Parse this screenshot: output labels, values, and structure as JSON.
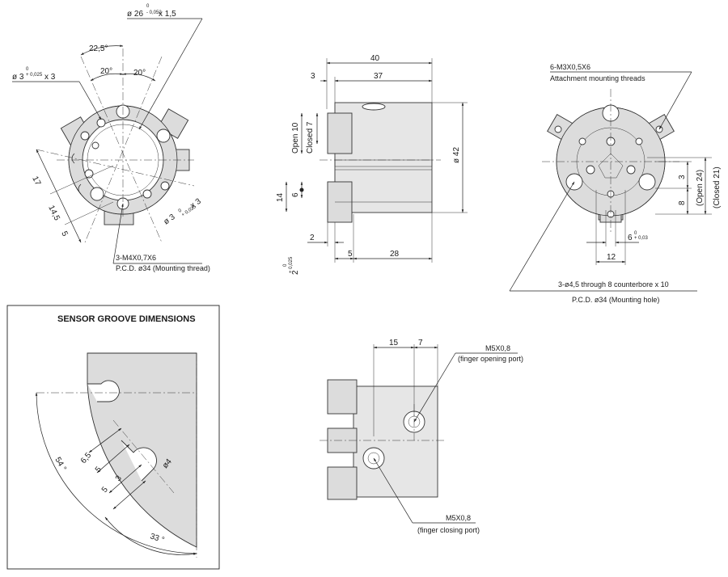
{
  "front_view": {
    "diameter_label": "ø 26",
    "diameter_tol_top": "0",
    "diameter_tol_bottom": "- 0,052",
    "diameter_suffix": "x 1,5",
    "angle_22": "22,5°",
    "angle_20a": "20°",
    "angle_20b": "20°",
    "pin_hole_label": "ø 3",
    "pin_hole_tol_top": "0",
    "pin_hole_tol_bottom": "+ 0,025",
    "pin_hole_suffix": "x 3",
    "pin_hole2_label": "ø 3",
    "pin_hole2_tol_top": "0",
    "pin_hole2_tol_bottom": "+ 0,025",
    "pin_hole2_suffix": "x 3",
    "dim_17": "17",
    "dim_14_5": "14,5",
    "dim_5": "5",
    "thread_note": "3-M4X0,7X6",
    "pcd_note": "P.C.D. ø34 (Mounting thread)"
  },
  "side_view": {
    "dim_40": "40",
    "dim_37": "37",
    "dim_3": "3",
    "open_label": "Open  10",
    "closed_label": "Closed  7",
    "dim_6": "6",
    "dim_14": "14",
    "dim_42": "ø 42",
    "dim_2": "2",
    "dim_5": "5",
    "dim_28": "28",
    "tol_label": "2",
    "tol_top": "0",
    "tol_bottom": "+ 0,025"
  },
  "back_view": {
    "thread_label": "6-M3X0,5X6",
    "thread_desc": "Attachment mounting threads",
    "dim_3": "3",
    "dim_8": "8",
    "open_label": "(Open 24)",
    "closed_label": "(Closed 21)",
    "dim_6": "6",
    "dim_6_tol_top": "0",
    "dim_6_tol_bottom": "+ 0,03",
    "dim_12": "12",
    "hole_note": "3-ø4,5  through 8 counterbore x 10",
    "pcd_note": "P.C.D. ø34 (Mounting hole)"
  },
  "sensor_groove": {
    "title": "SENSOR GROOVE DIMENSIONS",
    "dim_6_5": "6,5",
    "dim_5a": "5",
    "dim_3": "3",
    "dim_5b": "5",
    "dim_phi4": "ø4",
    "angle_54": "54 °",
    "angle_33": "33 °"
  },
  "port_view": {
    "dim_15": "15",
    "dim_7": "7",
    "open_port_label": "M5X0,8",
    "open_port_desc": "(finger opening port)",
    "close_port_label": "M5X0,8",
    "close_port_desc": "(finger closing port)"
  }
}
